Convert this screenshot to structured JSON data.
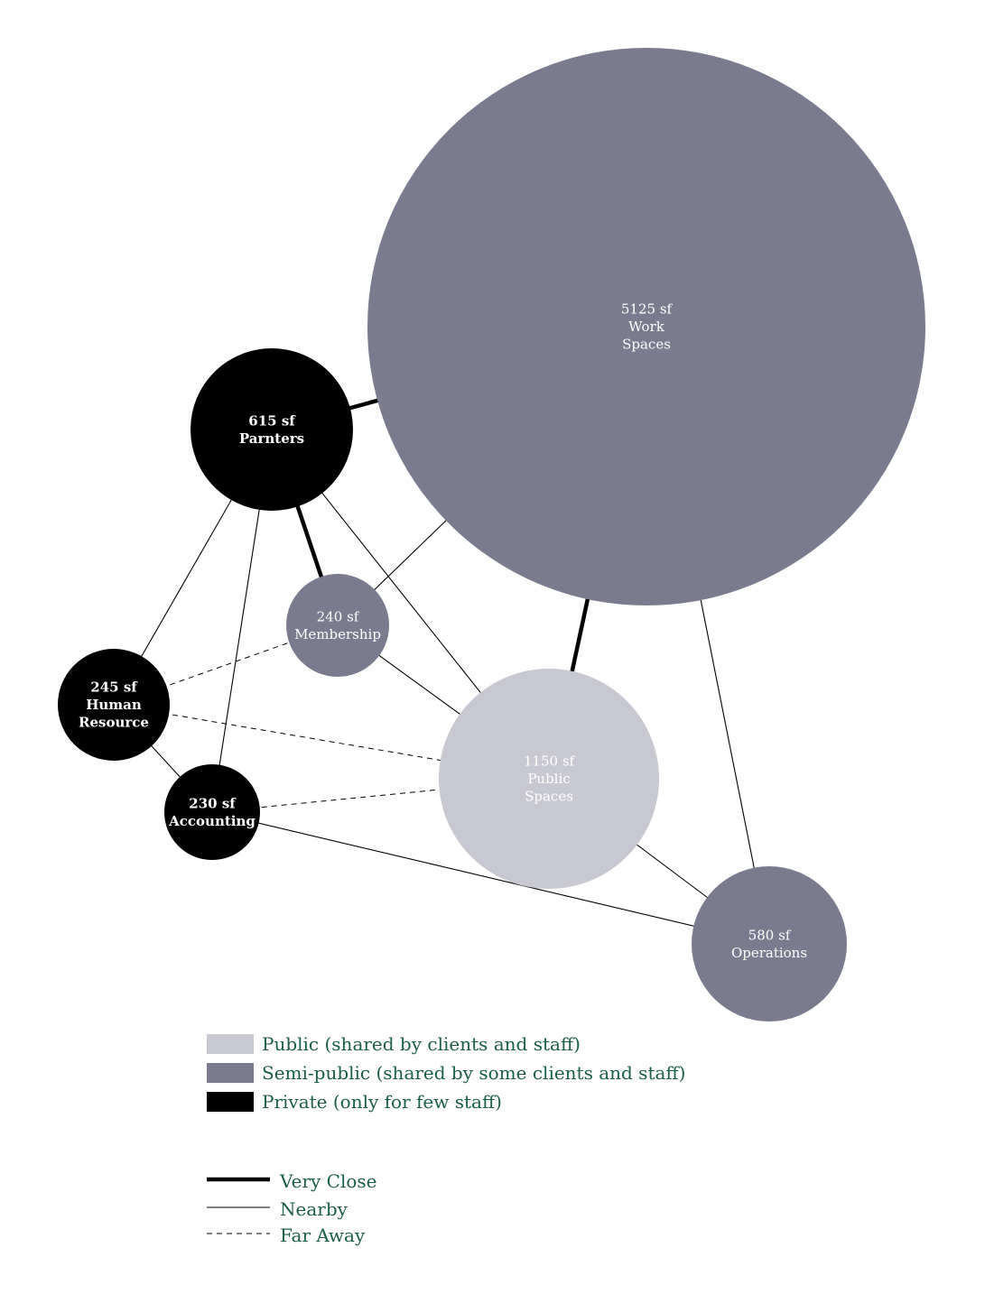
{
  "nodes": [
    {
      "id": "work",
      "area": "5125 sf",
      "name_lines": [
        "Work",
        "Spaces"
      ],
      "category": "semi"
    },
    {
      "id": "partners",
      "area": "615 sf",
      "name_lines": [
        "Parnters"
      ],
      "category": "private"
    },
    {
      "id": "membership",
      "area": "240 sf",
      "name_lines": [
        "Membership"
      ],
      "category": "semi"
    },
    {
      "id": "hr",
      "area": "245 sf",
      "name_lines": [
        "Human",
        "Resource"
      ],
      "category": "private"
    },
    {
      "id": "accounting",
      "area": "230 sf",
      "name_lines": [
        "Accounting"
      ],
      "category": "private"
    },
    {
      "id": "public",
      "area": "1150 sf",
      "name_lines": [
        "Public",
        "Spaces"
      ],
      "category": "public"
    },
    {
      "id": "operations",
      "area": "580 sf",
      "name_lines": [
        "Operations"
      ],
      "category": "semi"
    }
  ],
  "links": [
    {
      "from": "partners",
      "to": "work",
      "type": "very_close"
    },
    {
      "from": "partners",
      "to": "membership",
      "type": "very_close"
    },
    {
      "from": "work",
      "to": "public",
      "type": "very_close"
    },
    {
      "from": "partners",
      "to": "hr",
      "type": "nearby"
    },
    {
      "from": "partners",
      "to": "accounting",
      "type": "nearby"
    },
    {
      "from": "partners",
      "to": "public",
      "type": "nearby"
    },
    {
      "from": "membership",
      "to": "work",
      "type": "nearby"
    },
    {
      "from": "membership",
      "to": "public",
      "type": "nearby"
    },
    {
      "from": "work",
      "to": "operations",
      "type": "nearby"
    },
    {
      "from": "hr",
      "to": "accounting",
      "type": "nearby"
    },
    {
      "from": "accounting",
      "to": "operations",
      "type": "nearby"
    },
    {
      "from": "public",
      "to": "operations",
      "type": "nearby"
    },
    {
      "from": "hr",
      "to": "membership",
      "type": "far_away"
    },
    {
      "from": "hr",
      "to": "public",
      "type": "far_away"
    },
    {
      "from": "accounting",
      "to": "public",
      "type": "far_away"
    }
  ],
  "colors": {
    "public": "#c8c8d2",
    "semi": "#7a7b8e",
    "private": "#000000",
    "line": "#000000",
    "legend_text": "#1a5e45"
  },
  "legend": {
    "categories": [
      {
        "key": "public",
        "label": "Public (shared by clients and staff)"
      },
      {
        "key": "semi",
        "label": "Semi-public (shared by some clients and staff)"
      },
      {
        "key": "private",
        "label": "Private (only for few staff)"
      }
    ],
    "lines": [
      {
        "key": "very_close",
        "label": "Very Close"
      },
      {
        "key": "nearby",
        "label": "Nearby"
      },
      {
        "key": "far_away",
        "label": "Far Away"
      }
    ]
  }
}
